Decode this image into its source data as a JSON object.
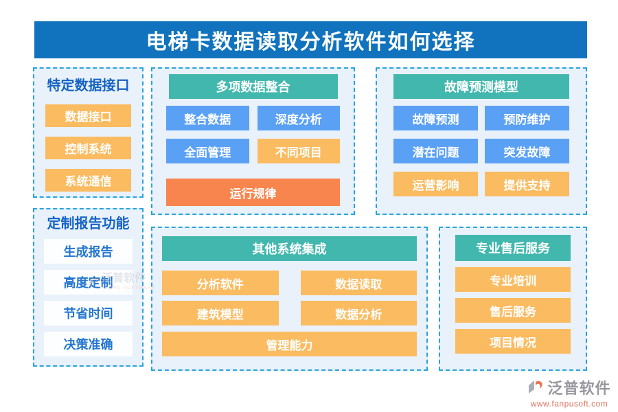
{
  "title": "电梯卡数据读取分析软件如何选择",
  "sections": {
    "left_top": {
      "header": "特定数据接口",
      "items": [
        "数据接口",
        "控制系统",
        "系统通信"
      ]
    },
    "left_bottom": {
      "header": "定制报告功能",
      "items": [
        "生成报告",
        "高度定制",
        "节省时间",
        "决策准确"
      ]
    },
    "mid_top": {
      "header": "多项数据整合",
      "items": [
        "整合数据",
        "深度分析",
        "全面管理",
        "不同项目",
        "运行规律"
      ]
    },
    "right_top": {
      "header": "故障预测模型",
      "items": [
        "故障预测",
        "预防维护",
        "潜在问题",
        "突发故障",
        "运营影响",
        "提供支持"
      ]
    },
    "mid_bottom": {
      "header": "其他系统集成",
      "items": [
        "分析软件",
        "数据读取",
        "建筑模型",
        "数据分析",
        "管理能力"
      ]
    },
    "right_bottom": {
      "header": "专业售后服务",
      "items": [
        "专业培训",
        "售后服务",
        "项目情况"
      ]
    }
  },
  "footer": {
    "brand": "泛普软件",
    "url": "www.fanpusoft.com"
  },
  "watermark": {
    "brand": "泛普软件",
    "sub": "FANPU SOFTWARE"
  },
  "colors": {
    "banner_blue": "#1173bd",
    "dashed_border": "#29a4de",
    "panel_bg": "#e9f1fb",
    "teal_header": "#42b7ae",
    "blue_item": "#5aa1f6",
    "orange_item": "#fbbb60",
    "deep_orange_item": "#f8854e",
    "white_item_text": "#2476d0",
    "section_title_text": "#1563c5"
  }
}
